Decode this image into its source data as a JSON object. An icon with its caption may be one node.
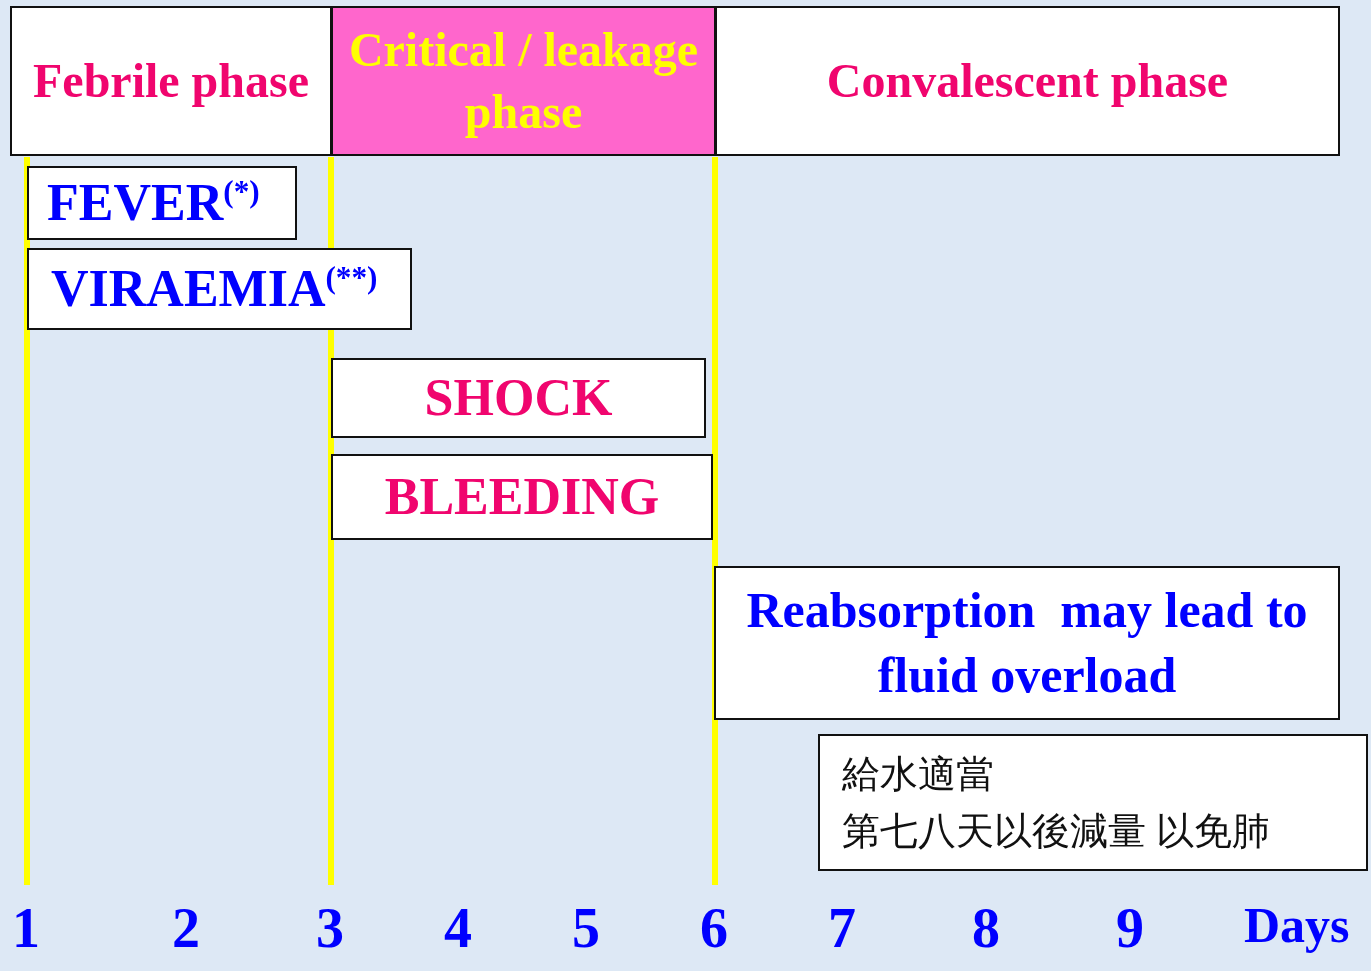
{
  "diagram": {
    "nodes": [
      {
        "text": [
          "Febrile phase"
        ]
      },
      {
        "text": [
          "Critical / leakage phase"
        ]
      },
      {
        "text": [
          "Convalescent phase"
        ]
      },
      {
        "text": [
          "FEVER$^{(*)}$"
        ]
      },
      {
        "text": [
          "VIRAEMIA$^{(**)}$"
        ]
      },
      {
        "text": [
          "SHOCK"
        ]
      },
      {
        "text": [
          "BLEEDING"
        ]
      },
      {
        "text": [
          "Reabsorption  may lead to  fluid overload"
        ]
      },
      {
        "text": [
          "給水適當",
          "第七八天以後減量 以免肺"
        ]
      }
    ],
    "labels": [
      "1",
      "2",
      "3",
      "4",
      "5",
      "6",
      "7",
      "8",
      "9",
      "Days"
    ]
  }
}
